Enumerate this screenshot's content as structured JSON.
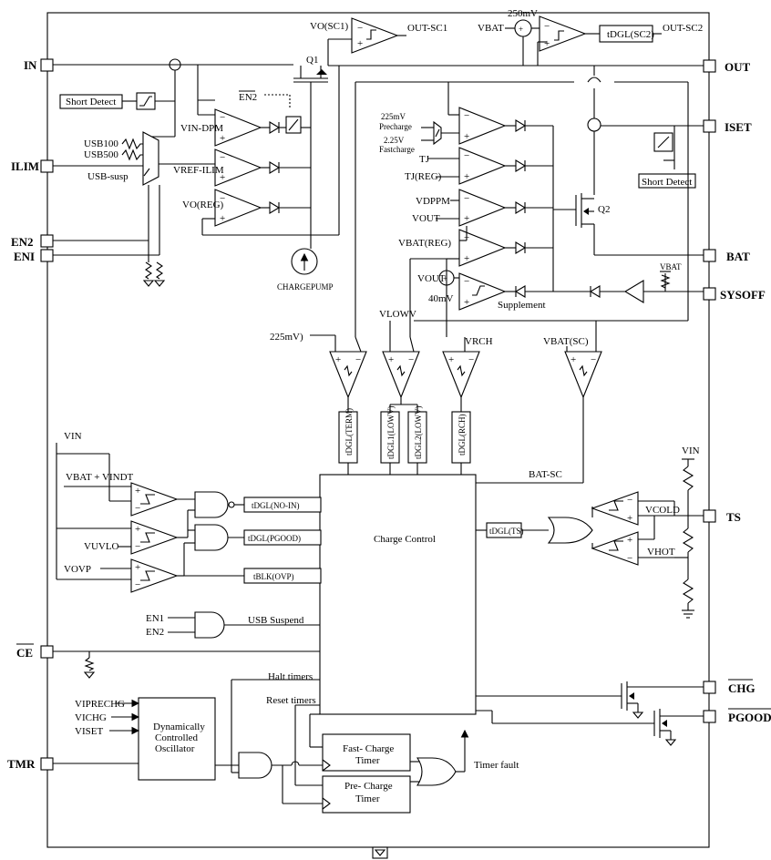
{
  "pins": {
    "in": "IN",
    "ilim": "ILIM",
    "en2": "EN2",
    "en1": "ENI",
    "ce": "CE",
    "tmr": "TMR",
    "out": "OUT",
    "iset": "ISET",
    "bat": "BAT",
    "sysoff": "SYSOFF",
    "ts": "TS",
    "chg": "CHG",
    "pgood": "PGOOD"
  },
  "labels": {
    "vo_sc1": "VO(SC1)",
    "out_sc1": "OUT-SC1",
    "vbat_top": "VBAT",
    "mv250": "250mV",
    "tdgl_sc2": "tDGL(SC2)",
    "out_sc2": "OUT-SC2",
    "q1": "Q1",
    "en2_bar": "EN2",
    "short_detect_left": "Short Detect",
    "short_detect_right": "Short Detect",
    "v_in_dpm": "VIN-DPM",
    "usb100": "USB100",
    "usb500": "USB500",
    "usb_susp": "USB-susp",
    "v_ref_ilim": "VREF-ILIM",
    "v_o_reg": "VO(REG)",
    "chargepump": "CHARGEPUMP",
    "precharge_v": "225mV",
    "precharge": "Precharge",
    "fastcharge_v": "2.25V",
    "fastcharge": "Fastcharge",
    "tj": "TJ",
    "tj_reg": "TJ(REG)",
    "v_dppm": "VDPPM",
    "v_out": "VOUT",
    "q2": "Q2",
    "v_bat_reg": "VBAT(REG)",
    "v_out2": "VOUT",
    "mv40": "40mV",
    "supplement": "Supplement",
    "vbat_sys": "VBAT",
    "mv225": "225mV)",
    "v_lowv": "VLOWV",
    "v_rch": "VRCH",
    "v_bat_sc": "VBAT(SC)",
    "tdgl_term": "tDGL(TERM)",
    "tdgl1_low": "tDGL1(LOWV)",
    "tdgl2_low": "tDGL2(LOWV)",
    "tdgl_rch": "tDGL(RCH)",
    "bat_sc": "BAT-SC",
    "v_in": "VIN",
    "vbat_vindt": "VBAT + VINDT",
    "v_uvlo": "VUVLO",
    "v_ovp": "VOVP",
    "tdgl_noin": "tDGL(NO-IN)",
    "tdgl_pgood": "tDGL(PGOOD)",
    "tblk_ovp": "tBLK(OVP)",
    "charge_control": "Charge Control",
    "tdgl_ts": "tDGL(TS)",
    "v_in_ts": "VIN",
    "v_cold": "VCOLD",
    "v_hot": "VHOT",
    "en1_in": "EN1",
    "en2_in": "EN2",
    "usb_suspend": "USB Suspend",
    "halt_timers": "Halt timers",
    "reset_timers": "Reset timers",
    "v_iprechg": "VIPRECHG",
    "v_ichg": "VICHG",
    "v_iset": "VISET",
    "osc_line1": "Dynamically",
    "osc_line2": "Controlled",
    "osc_line3": "Oscillator",
    "fast_charge_1": "Fast- Charge",
    "fast_charge_2": "Timer",
    "pre_charge_1": "Pre- Charge",
    "pre_charge_2": "Timer",
    "timer_fault": "Timer fault"
  },
  "colors": {
    "line": "#000000",
    "background": "#ffffff"
  }
}
